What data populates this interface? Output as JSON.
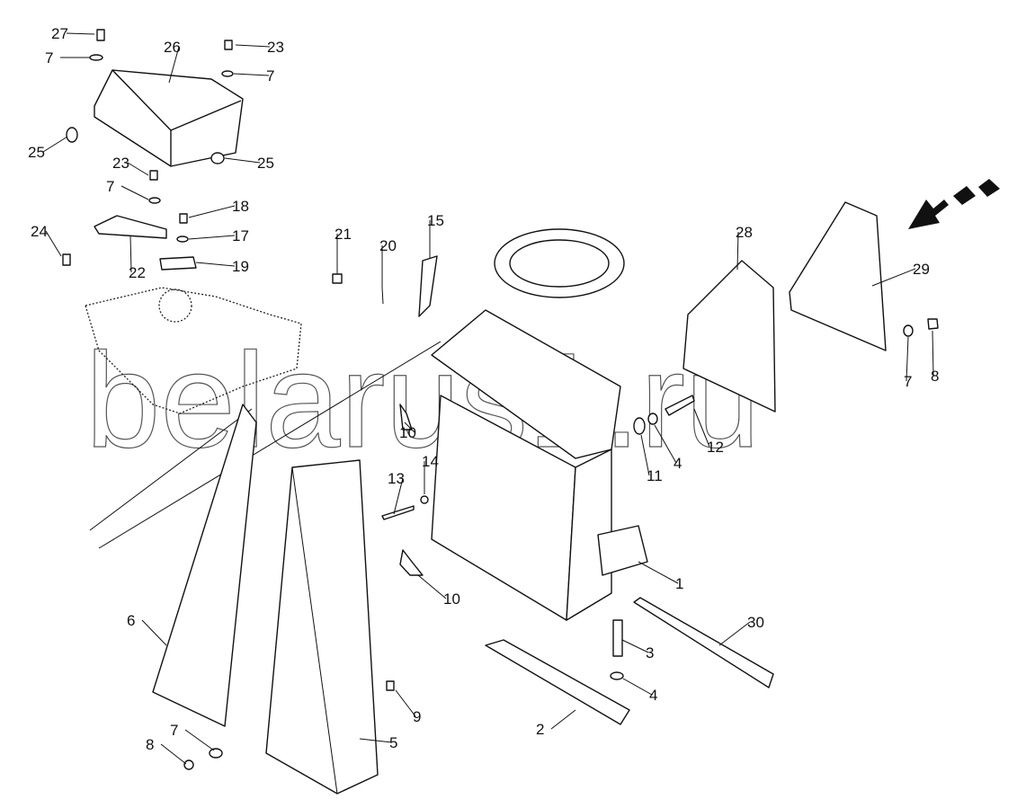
{
  "diagram": {
    "watermark": "belarus1.ru",
    "callouts": [
      "27",
      "26",
      "23",
      "7",
      "7",
      "25",
      "23",
      "25",
      "7",
      "18",
      "24",
      "17",
      "22",
      "19",
      "21",
      "20",
      "15",
      "28",
      "29",
      "7",
      "8",
      "10",
      "12",
      "11",
      "4",
      "13",
      "14",
      "1",
      "10",
      "30",
      "6",
      "3",
      "4",
      "9",
      "2",
      "7",
      "8",
      "5"
    ],
    "direction_arrow": "arrow-icon"
  }
}
